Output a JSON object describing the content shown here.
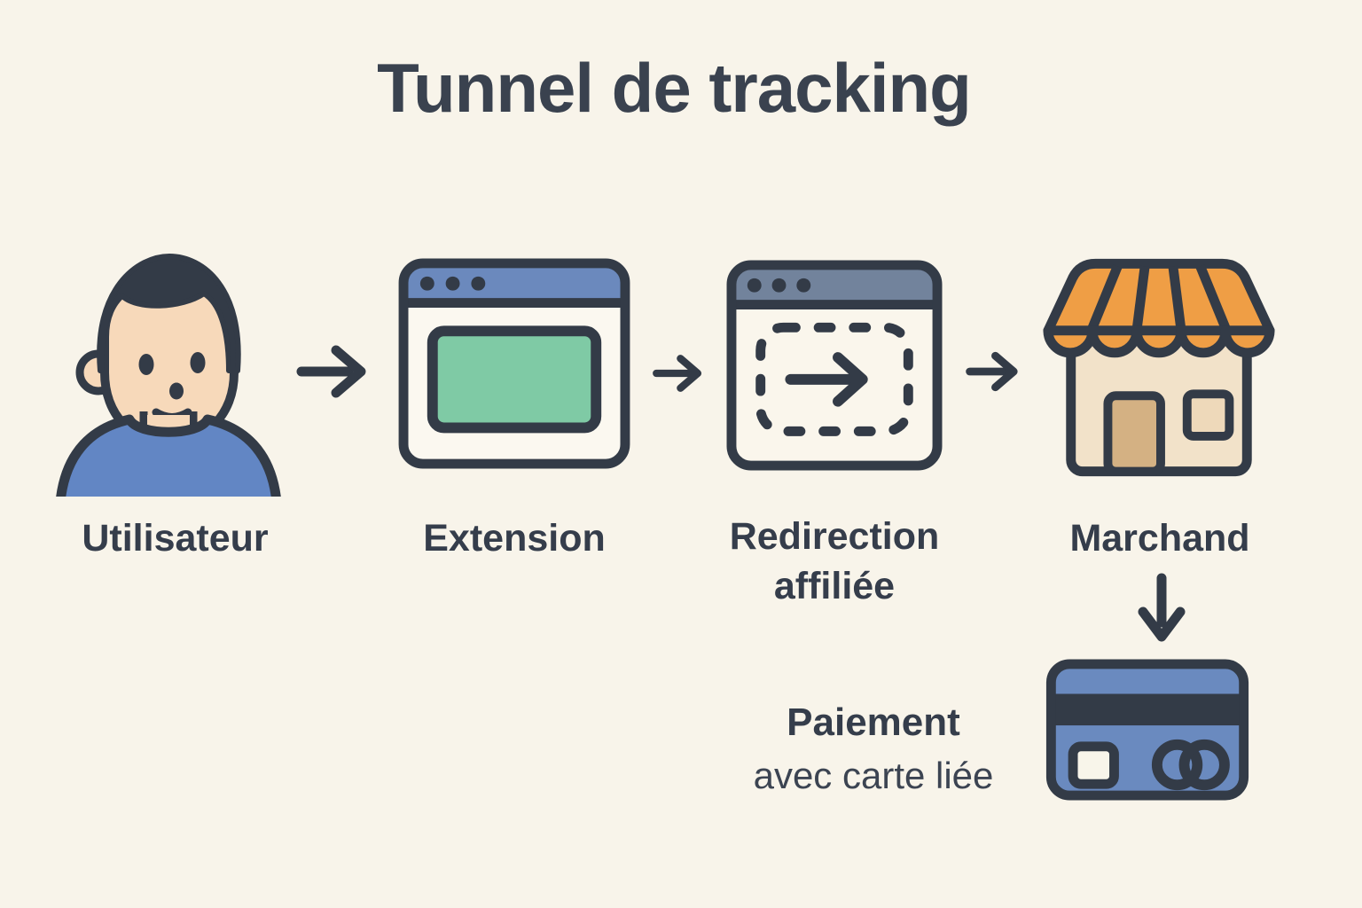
{
  "title": "Tunnel de tracking",
  "diagram_type": "flow",
  "colors": {
    "background": "#f8f4ea",
    "ink_outline": "#333b47",
    "label_text": "#353d4b",
    "browser_bar_blue": "#6b89bd",
    "browser_bar_gray": "#72839c",
    "panel_green": "#7fcaa5",
    "awning_orange": "#ef9e45",
    "store_beige": "#f2e2c9",
    "door_tan": "#d4b183",
    "shirt_blue": "#6286c4",
    "skin": "#f7d9ba",
    "card_blue": "#6a8abf",
    "window_body": "#fbf8f0"
  },
  "steps": [
    {
      "id": "utilisateur",
      "label": "Utilisateur",
      "icon": "user-avatar"
    },
    {
      "id": "extension",
      "label": "Extension",
      "icon": "browser-window-with-green-panel"
    },
    {
      "id": "redirection",
      "label": "Redirection affiliée",
      "icon": "browser-window-with-dashed-redirect-arrow"
    },
    {
      "id": "marchand",
      "label": "Marchand",
      "icon": "storefront-with-awning"
    }
  ],
  "connectors": [
    {
      "from": "utilisateur",
      "to": "extension",
      "icon": "right-arrow"
    },
    {
      "from": "extension",
      "to": "redirection",
      "icon": "right-arrow"
    },
    {
      "from": "redirection",
      "to": "marchand",
      "icon": "right-arrow"
    },
    {
      "from": "marchand",
      "to": "paiement",
      "icon": "down-arrow"
    }
  ],
  "payment": {
    "title": "Paiement",
    "subtitle": "avec carte liée",
    "icon": "credit-card"
  }
}
